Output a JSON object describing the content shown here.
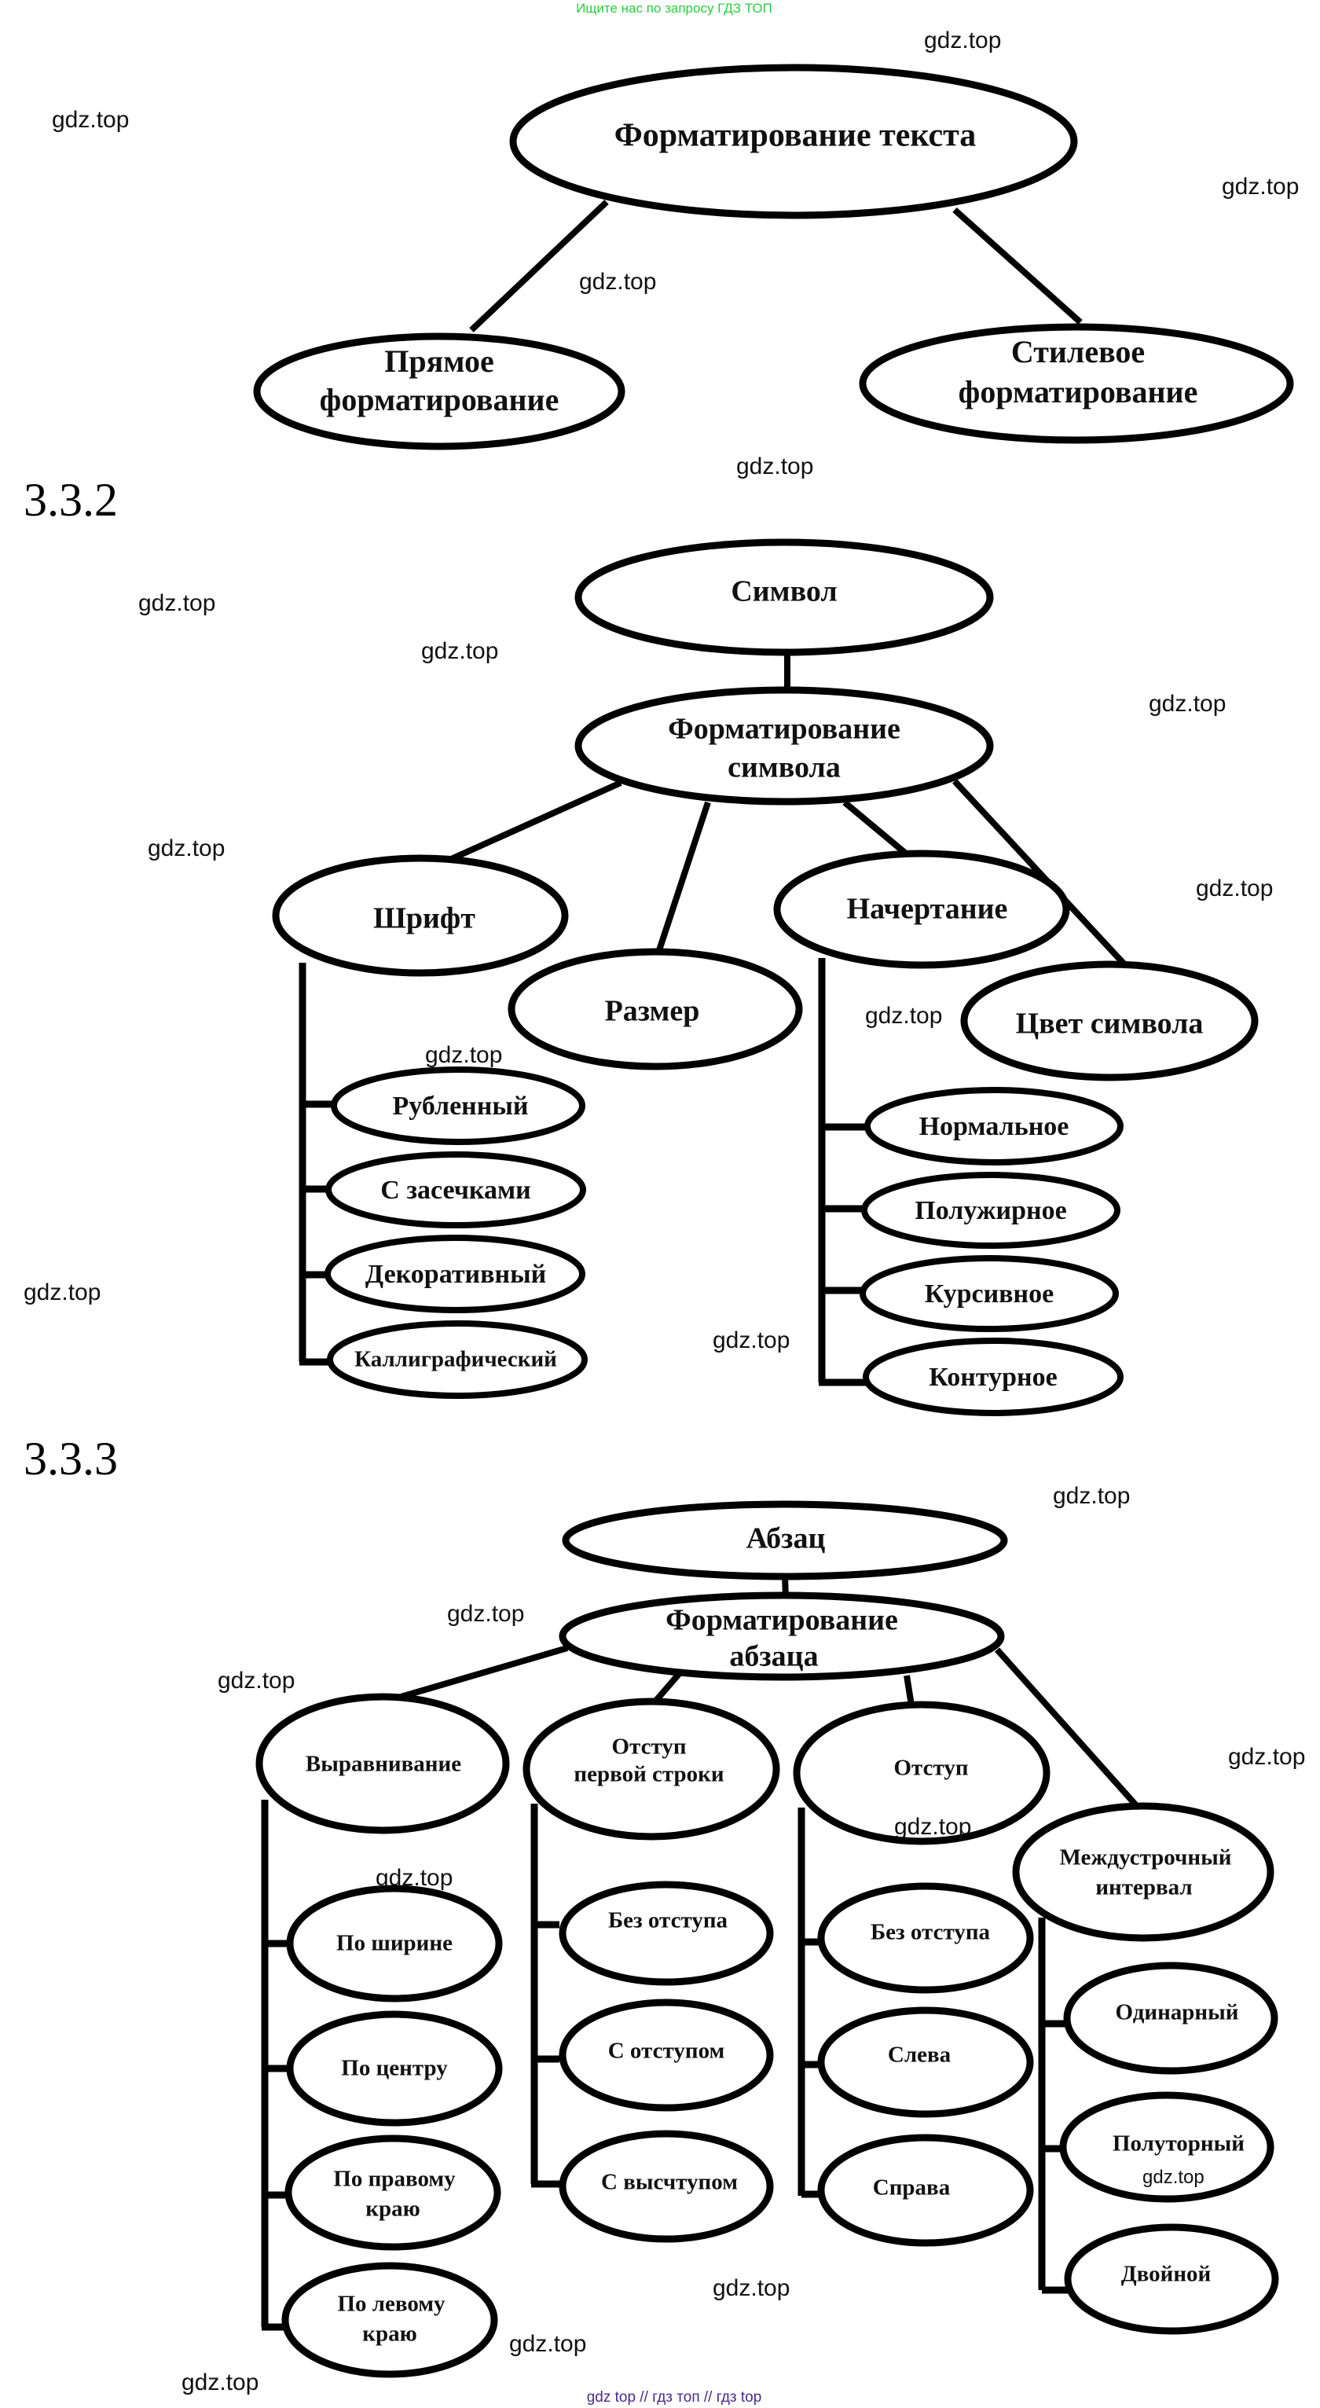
{
  "banner": {
    "text": "Ищите нас по запросу ГДЗ ТОП",
    "color": "#2ecc40"
  },
  "footer": {
    "text": "gdz top  //  гдз топ  //  гдз top",
    "color": "#4b2a8a"
  },
  "watermark": "gdz.top",
  "diagrams": [
    {
      "section_label": "",
      "root": "Форматирование текста",
      "children": [
        "Прямое форматирование",
        "Стилевое форматирование"
      ],
      "children_lines": [
        [
          "Прямое",
          "форматирование"
        ],
        [
          "Стилевое",
          "форматирование"
        ]
      ]
    },
    {
      "section_label": "3.3.2",
      "root": "Символ",
      "level1": [
        "Форматирование",
        "символа"
      ],
      "branches": [
        {
          "label": "Шрифт",
          "items": [
            "Рубленный",
            "С засечками",
            "Декоративный",
            "Каллиграфический"
          ]
        },
        {
          "label": "Размер",
          "items": []
        },
        {
          "label": "Начертание",
          "items": [
            "Нормальное",
            "Полужирное",
            "Курсивное",
            "Контурное"
          ]
        },
        {
          "label": "Цвет символа",
          "items": []
        }
      ]
    },
    {
      "section_label": "3.3.3",
      "root": "Абзац",
      "level1": [
        "Форматирование",
        "абзаца"
      ],
      "branches": [
        {
          "label": [
            "Выравнивание"
          ],
          "items": [
            [
              "По ширине"
            ],
            [
              "По центру"
            ],
            [
              "По правому",
              "краю"
            ],
            [
              "По левому",
              "краю"
            ]
          ]
        },
        {
          "label": [
            "Отступ",
            "первой строки"
          ],
          "items": [
            [
              "Без отступа"
            ],
            [
              "С отступом"
            ],
            [
              "С высчтупом"
            ]
          ]
        },
        {
          "label": [
            "Отступ"
          ],
          "items": [
            [
              "Без отступа"
            ],
            [
              "Слева"
            ],
            [
              "Справа"
            ]
          ]
        },
        {
          "label": [
            "Междустрочный",
            "интервал"
          ],
          "items": [
            [
              "Одинарный"
            ],
            [
              "Полуторный"
            ],
            [
              "Двойной"
            ]
          ]
        }
      ]
    }
  ]
}
